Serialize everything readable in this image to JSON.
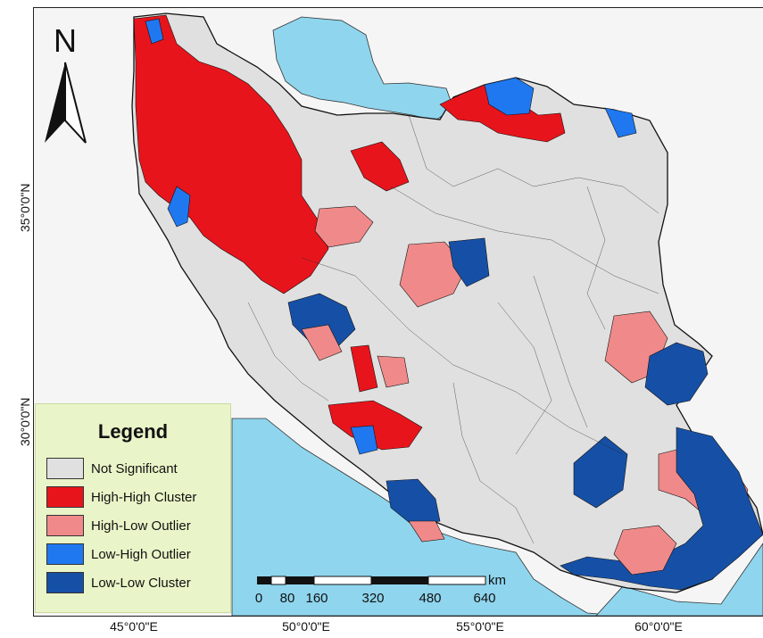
{
  "map": {
    "north_label": "N",
    "longitude_ticks": [
      "45°0'0\"E",
      "50°0'0\"E",
      "55°0'0\"E",
      "60°0'0\"E"
    ],
    "latitude_ticks": [
      "35°0'0\"N",
      "30°0'0\"N"
    ],
    "scale": {
      "unit": "km",
      "ticks": [
        "0",
        "80",
        "160",
        "320",
        "480",
        "640"
      ]
    },
    "colors": {
      "water": "#8fd5ee",
      "neighbor_land": "#f0f0f0",
      "not_significant": "#e0e0e0",
      "high_high": "#e8141c",
      "high_low": "#f08a8a",
      "low_high": "#1f78f0",
      "low_low": "#1650a6",
      "border": "#1a1a1a"
    }
  },
  "legend": {
    "title": "Legend",
    "items": [
      {
        "label": "Not Significant",
        "color": "#e0e0e0"
      },
      {
        "label": "High-High Cluster",
        "color": "#e8141c"
      },
      {
        "label": "High-Low  Outlier",
        "color": "#f08a8a"
      },
      {
        "label": "Low-High  Outlier",
        "color": "#1f78f0"
      },
      {
        "label": "Low-Low Cluster",
        "color": "#1650a6"
      }
    ]
  }
}
